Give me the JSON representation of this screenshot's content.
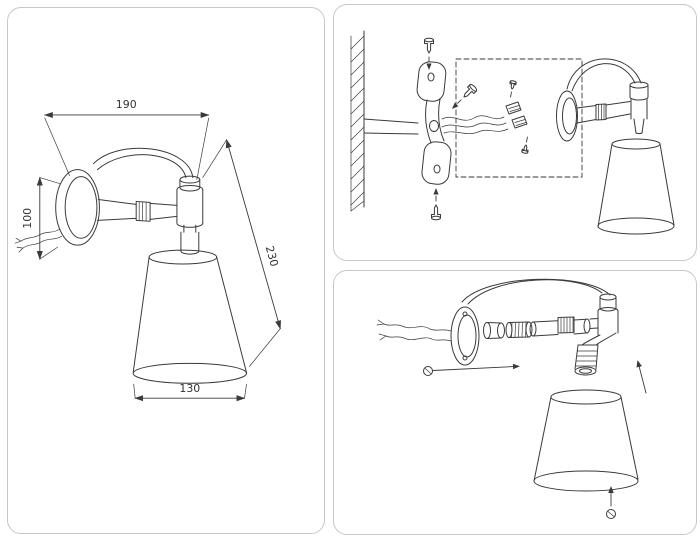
{
  "diagram": {
    "dimensions": {
      "width": "190",
      "backplate_height": "100",
      "overall_height": "230",
      "shade_diameter": "130"
    },
    "colors": {
      "line": "#3a3a3a",
      "text": "#333333",
      "panel_border": "#c4c8cc",
      "background": "#ffffff"
    }
  }
}
